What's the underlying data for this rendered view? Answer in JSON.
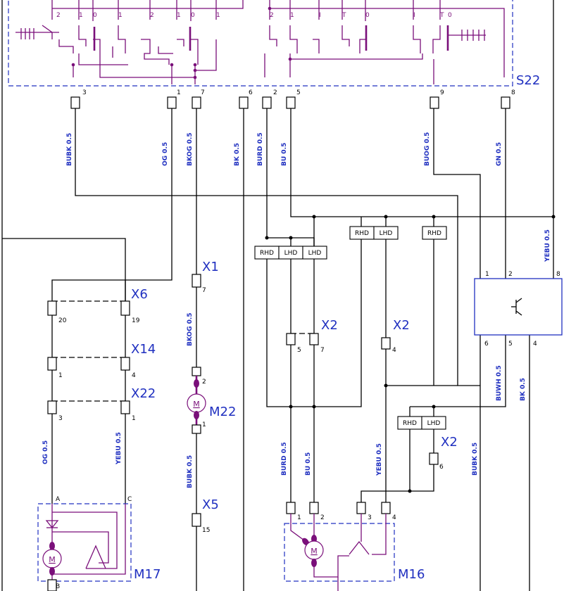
{
  "components": {
    "s22": "S22",
    "m17": "M17",
    "m16": "M16",
    "m22": "M22",
    "x1": "X1",
    "x2a": "X2",
    "x2b": "X2",
    "x2c": "X2",
    "x5": "X5",
    "x6": "X6",
    "x14": "X14",
    "x22": "X22",
    "motor_symbol": "M"
  },
  "switch_pins_top": [
    "2",
    "1",
    "0",
    "1",
    "2",
    "1",
    "0",
    "1",
    "2",
    "1",
    "I",
    "T",
    "0",
    "I",
    "T",
    "0"
  ],
  "s22_pins": [
    "3",
    "1",
    "7",
    "6",
    "2",
    "5",
    "9",
    "8"
  ],
  "wires": {
    "bubk_left": "BUBK 0.5",
    "og_top": "OG 0.5",
    "bkog_top": "BKOG 0.5",
    "bk": "BK 0.5",
    "burd_top": "BURD 0.5",
    "bu_top": "BU 0.5",
    "buog": "BUOG 0.5",
    "gn": "GN 0.5",
    "yebu_right": "YEBU 0.5",
    "bkog_mid": "BKOG 0.5",
    "bubk_mid": "BUBK 0.5",
    "og_low": "OG 0.5",
    "yebu_low": "YEBU 0.5",
    "burd_low": "BURD 0.5",
    "bu_low": "BU 0.5",
    "yebu_m16": "YEBU 0.5",
    "bubk_right": "BUBK 0.5",
    "buwh": "BUWH 0.5",
    "bk_right": "BK 0.5"
  },
  "variant_boxes": {
    "a1": "RHD",
    "a2": "LHD",
    "a3": "LHD",
    "b1": "RHD",
    "b2": "LHD",
    "b3": "RHD",
    "c1": "RHD",
    "c2": "LHD"
  },
  "connector_pins": {
    "x1": "7",
    "x6_l": "20",
    "x6_r": "19",
    "x14_l": "1",
    "x14_r": "4",
    "x22_l": "3",
    "x22_r": "1",
    "x2a_l": "5",
    "x2a_r": "7",
    "x2b": "4",
    "x2c": "6",
    "x5": "15",
    "m22_top": "2",
    "m22_bot": "1",
    "m17_a": "A",
    "m17_c": "C",
    "m17_b": "B",
    "m16_1": "1",
    "m16_2": "2",
    "m16_3": "3",
    "m16_4": "4",
    "relay_1": "1",
    "relay_2": "2",
    "relay_8": "8",
    "relay_6": "6",
    "relay_5": "5",
    "relay_4": "4"
  },
  "colors": {
    "wire": "#000000",
    "internal": "#7a0f7a",
    "label": "#2030c0"
  }
}
